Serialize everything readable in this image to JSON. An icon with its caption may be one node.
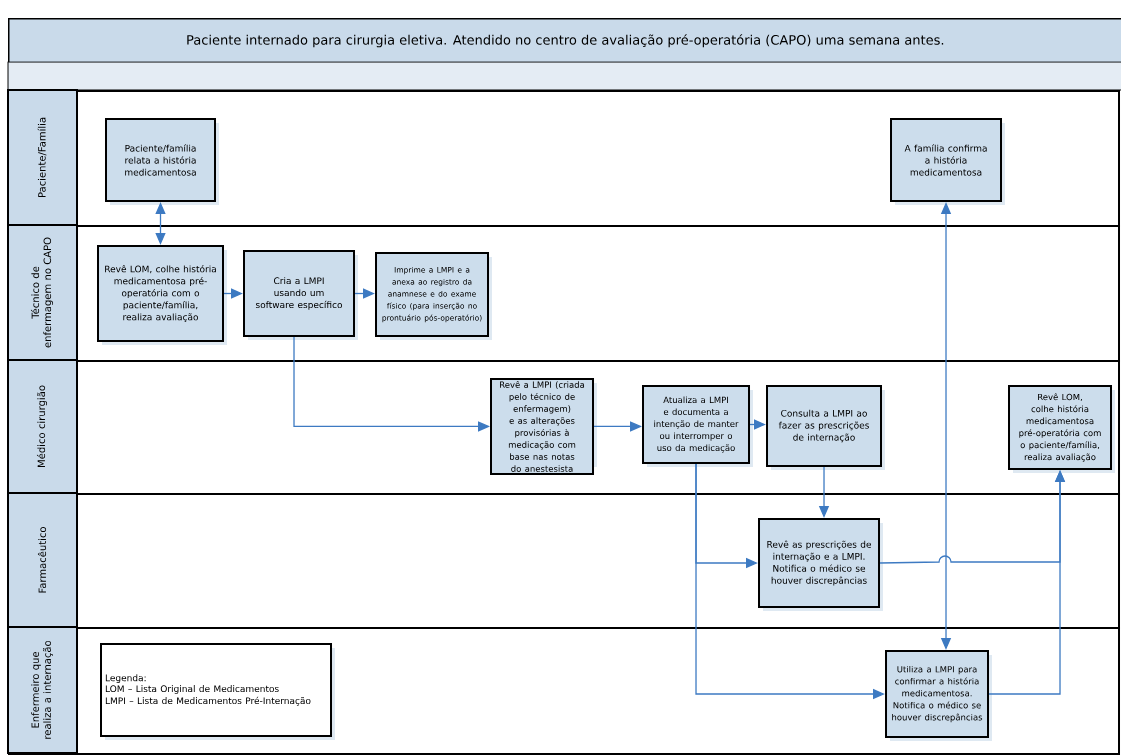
{
  "diagram": {
    "title": "Paciente internado para cirurgia eletiva. Atendido no centro de avaliação pré-operatória (CAPO) uma semana antes.",
    "nodes": [
      {
        "text": [
          "Paciente/Família"
        ]
      },
      {
        "text": [
          "Paciente/família relata a história medicamentosa"
        ],
        "in": 0
      },
      {
        "text": [
          "A família confirma a história medicamentosa"
        ],
        "in": 0
      },
      {
        "text": [
          "Técnico de enfermagem no CAPO"
        ]
      },
      {
        "text": [
          "Revê LOM, colhe história medicamentosa pré-operatória com o paciente/família, realiza avaliação"
        ],
        "in": 3
      },
      {
        "text": [
          "Cria a LMPI usando um software específico"
        ],
        "in": 3
      },
      {
        "text": [
          "Imprime a LMPI e a anexa ao registro da anamnese e do exame físico (para inserção no prontuário pós-operatório)"
        ],
        "in": 3
      },
      {
        "text": [
          "Médico cirurgião"
        ]
      },
      {
        "text": [
          "Revê a LMPI (criada pelo técnico de enfermagem) e as alterações provisórias à medicação com base nas notas do anestesista"
        ],
        "in": 7
      },
      {
        "text": [
          "Atualiza a LMPI e documenta a intenção de manter ou interromper o uso da medicação"
        ],
        "in": 7
      },
      {
        "text": [
          "Consulta a LMPI ao fazer as prescrições de internação"
        ],
        "in": 7
      },
      {
        "text": [
          "Revê LOM, colhe história medicamentosa pré-operatória com o paciente/família, realiza avaliação"
        ],
        "in": 7
      },
      {
        "text": [
          "Farmacêutico"
        ]
      },
      {
        "text": [
          "Revê as prescrições de internação e a LMPI. Notifica o médico se houver discrepâncias"
        ],
        "in": 12
      },
      {
        "text": [
          "Enfermeiro que realiza a internação"
        ]
      },
      {
        "text": [
          "Legenda:",
          "LOM – Lista Original de Medicamentos",
          "LMPI – Lista de Medicamentos Pré-Internação"
        ],
        "in": 14
      },
      {
        "text": [
          "Utiliza a LMPI para confirmar a história medicamentosa. Notifica o médico se houver discrepâncias"
        ],
        "in": 14
      }
    ],
    "edges": [
      {
        "from": 1,
        "to": 4,
        "arrow": "both"
      },
      {
        "from": 4,
        "to": 5,
        "arrow": "to"
      },
      {
        "from": 5,
        "to": 6,
        "arrow": "to"
      },
      {
        "from": 5,
        "to": 8,
        "arrow": "to"
      },
      {
        "from": 8,
        "to": 9,
        "arrow": "to"
      },
      {
        "from": 9,
        "to": 10,
        "arrow": "to"
      },
      {
        "from": 10,
        "to": 13,
        "arrow": "to"
      },
      {
        "from": 9,
        "to": 13,
        "arrow": "to"
      },
      {
        "from": 9,
        "to": 16,
        "arrow": "to"
      },
      {
        "from": 13,
        "to": 11,
        "arrow": "to"
      },
      {
        "from": 16,
        "to": 11,
        "arrow": "to"
      },
      {
        "from": 16,
        "to": 2,
        "arrow": "both"
      }
    ]
  }
}
